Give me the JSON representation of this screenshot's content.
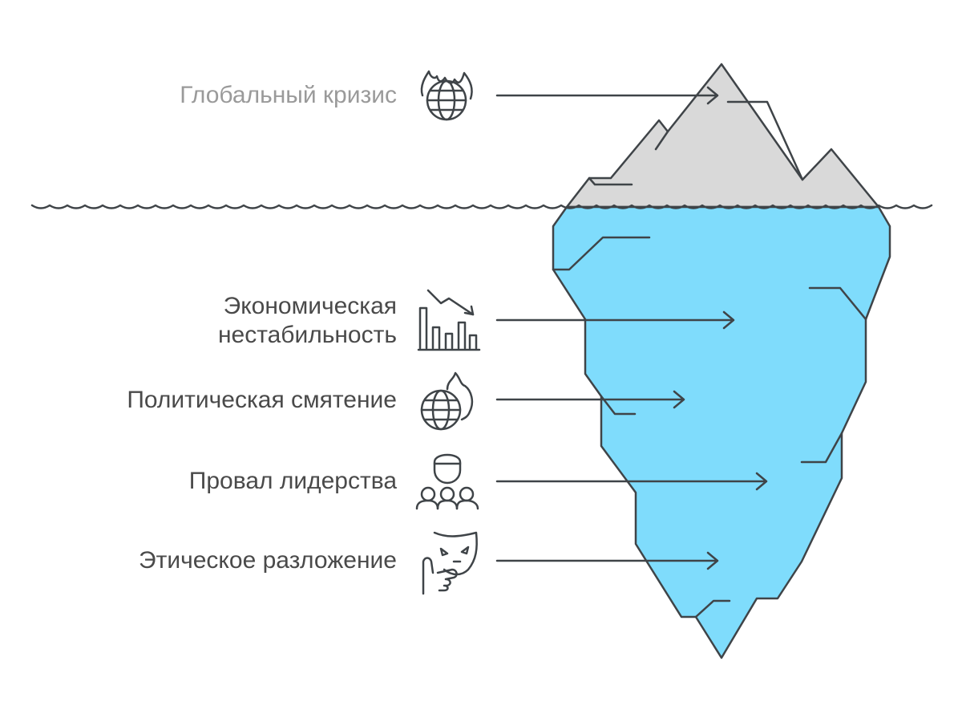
{
  "diagram": {
    "type": "iceberg",
    "above_water": [
      {
        "text": "Глобальный кризис",
        "icon": "burning-globe-icon"
      }
    ],
    "below_water": [
      {
        "text": "Экономическая нестабильность",
        "lines": [
          "Экономическая",
          "нестабильность"
        ],
        "icon": "declining-bar-chart-icon"
      },
      {
        "text": "Политическая смятение",
        "icon": "burning-globe-icon"
      },
      {
        "text": "Провал лидерства",
        "icon": "leader-with-team-icon"
      },
      {
        "text": "Этическое разложение",
        "icon": "hand-holding-mask-icon"
      }
    ]
  },
  "colors": {
    "tip_fill": "#d9d9d9",
    "underwater_fill": "#7fdcfc",
    "outline": "#3f4448",
    "label_text": "#4a4a4a",
    "label_muted": "#9a9a9a",
    "background": "#ffffff"
  }
}
